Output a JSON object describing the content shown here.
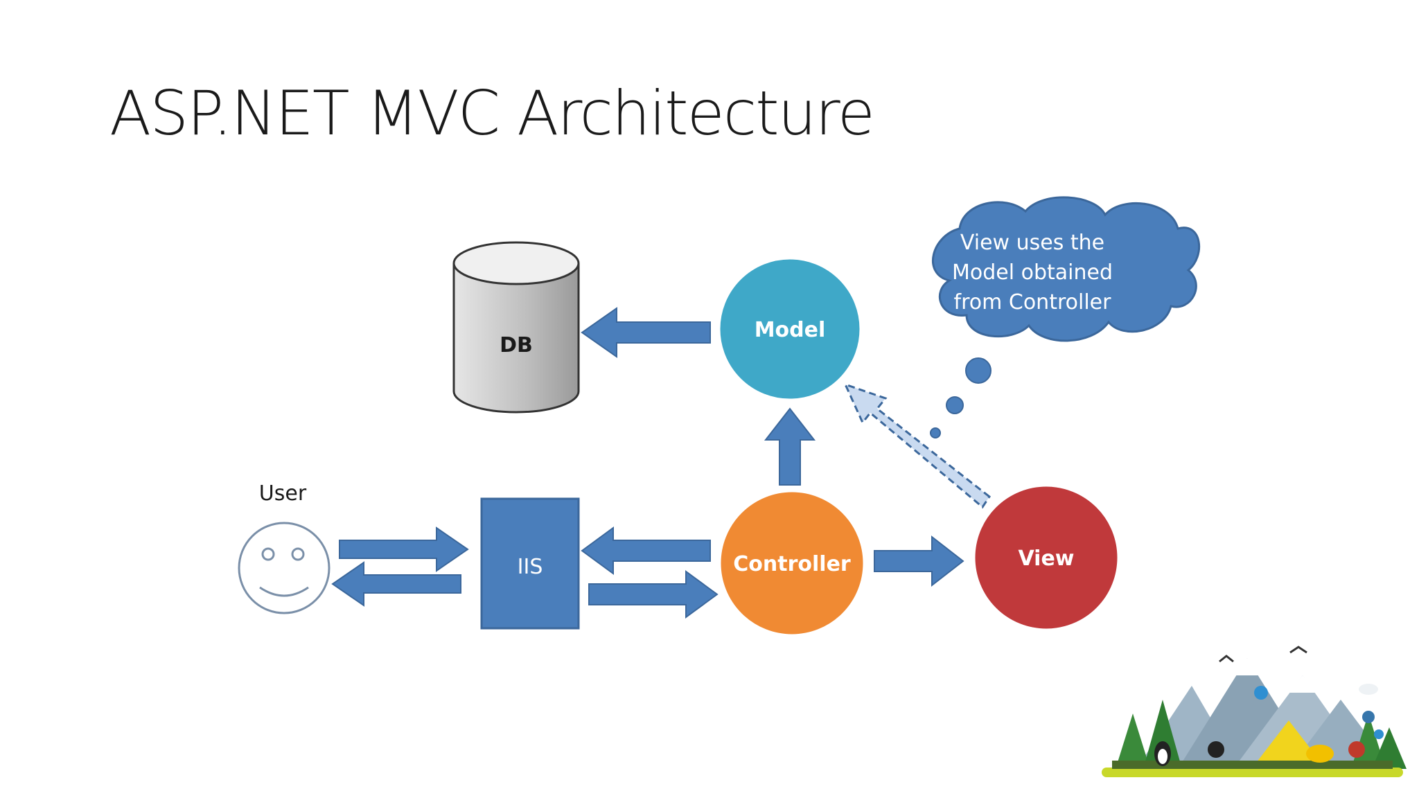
{
  "slide": {
    "title": "ASP.NET MVC Architecture"
  },
  "diagram": {
    "nodes": {
      "db": "DB",
      "model": "Model",
      "controller": "Controller",
      "view": "View",
      "iis": "IIS",
      "user": "User"
    },
    "thought_bubble": {
      "lines": [
        "View uses the",
        "Model obtained",
        "from Controller"
      ]
    },
    "colors": {
      "arrow": "#4a7ebb",
      "model": "#3fa8c8",
      "controller": "#f08a33",
      "view": "#c0393b",
      "iis": "#4a7ebb",
      "db": "#cfcfcf",
      "cloud": "#4a7ebb"
    }
  },
  "logo": {
    "icon": "tech-mountain-logo-icon"
  }
}
